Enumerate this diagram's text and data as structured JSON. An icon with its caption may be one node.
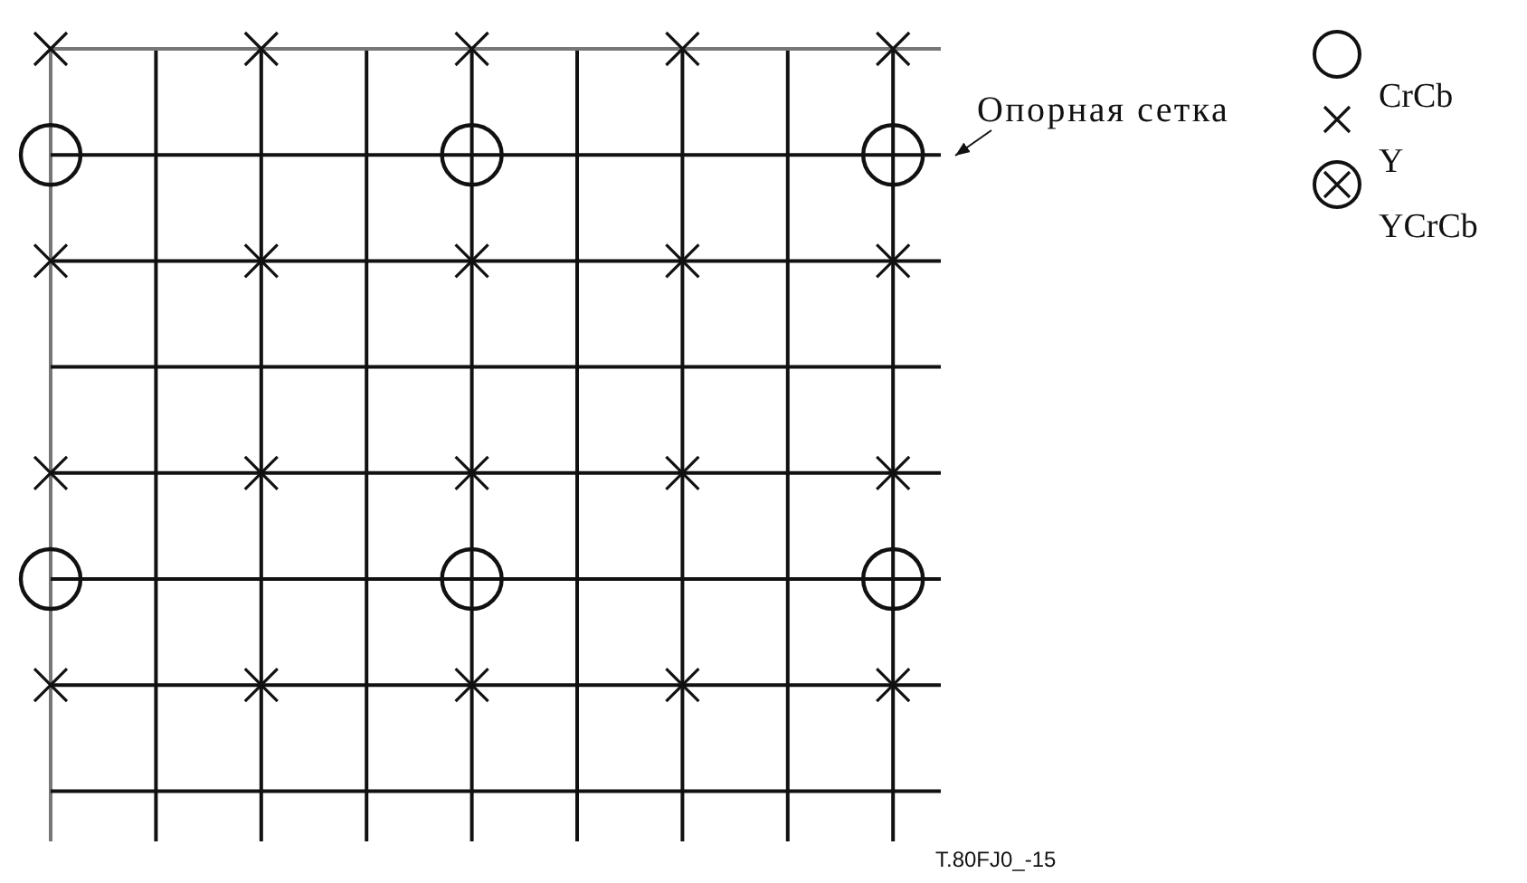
{
  "diagram": {
    "nodes": [
      {
        "text": [
          "Опорная сетка"
        ]
      },
      {
        "text": [],
        "shape": "picture"
      }
    ],
    "edges": [
      {
        "from": 0,
        "to": 1,
        "arrow": "to"
      }
    ],
    "labels": [
      "T.80FJ0_-15"
    ],
    "legend": [
      {
        "text": "CrCb"
      },
      {
        "text": "Y"
      },
      {
        "text": "YCrCb"
      }
    ]
  }
}
